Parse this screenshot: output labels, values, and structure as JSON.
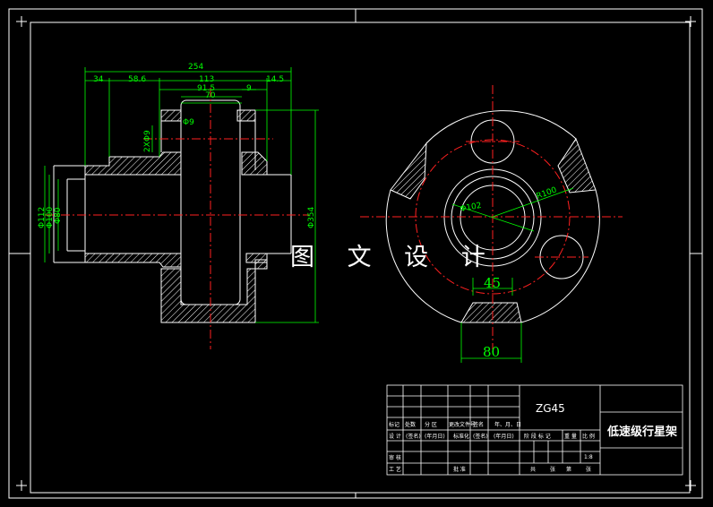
{
  "watermark": "图 文 设 计",
  "dimensions": {
    "d254": "254",
    "d34": "34",
    "d58_6": "58.6",
    "d113": "113",
    "d91_5": "91.5",
    "d70": "70",
    "d9": "9",
    "d14_5": "14.5",
    "dphi9": "Φ9",
    "d2xphi": "2XΦ9",
    "d_left1": "Φ112",
    "d_left2": "Φ100",
    "d_left3": "Φ80",
    "d_right": "Φ354",
    "dphi102": "Φ102",
    "dr100": "R100",
    "d45": "45",
    "d80": "80"
  },
  "title_block": {
    "material": "ZG45",
    "part_name": "低速级行星架",
    "scale": "1:8",
    "row_labels": [
      "标记",
      "处数",
      "分 区",
      "更改文件号",
      "签名",
      "年、月、日"
    ],
    "design_row": [
      "设 计",
      "(签名)",
      "(年月日)",
      "标准化",
      "(签名)",
      "(年月日)"
    ],
    "stage_row": [
      "阶 段 标 记",
      "重 量",
      "比 例"
    ],
    "check": "审 核",
    "process": "工 艺",
    "approve": "批 准",
    "sheet_row": [
      "共",
      "张",
      "第",
      "张"
    ]
  }
}
